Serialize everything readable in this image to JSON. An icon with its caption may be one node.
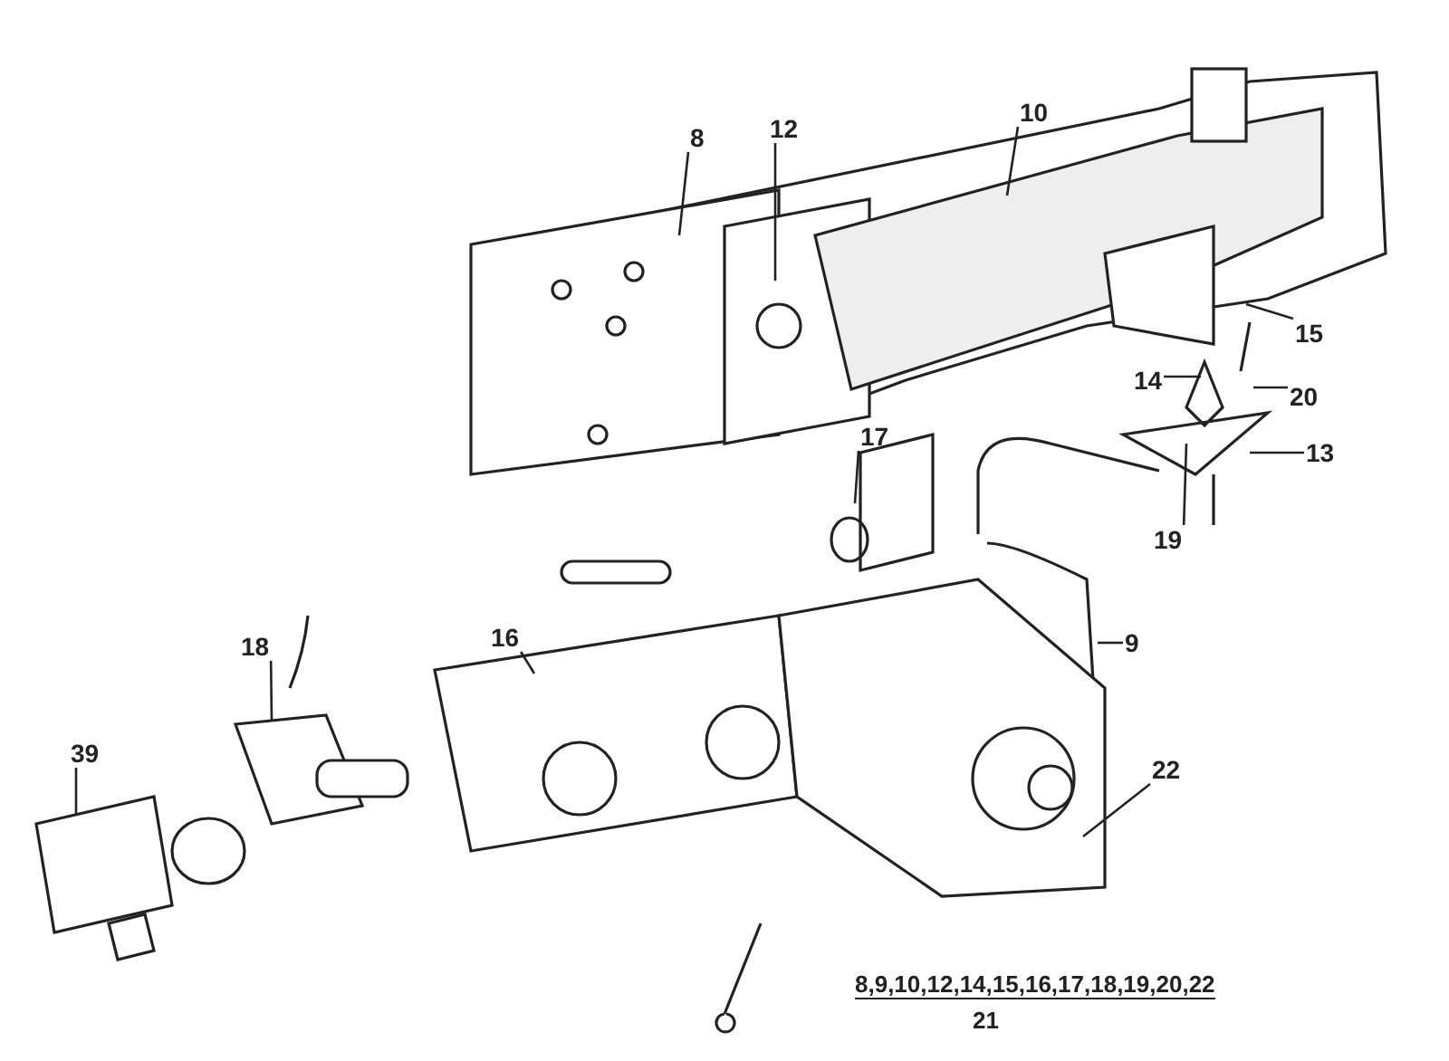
{
  "diagram": {
    "nodes": [
      {
        "text": [
          "8"
        ]
      },
      {
        "text": [
          "12"
        ]
      },
      {
        "text": [
          "10"
        ]
      },
      {
        "text": [
          "15"
        ]
      },
      {
        "text": [
          "20"
        ]
      },
      {
        "text": [
          "14"
        ]
      },
      {
        "text": [
          "13"
        ]
      },
      {
        "text": [
          "17"
        ]
      },
      {
        "text": [
          "19"
        ]
      },
      {
        "text": [
          "9"
        ]
      },
      {
        "text": [
          "16"
        ]
      },
      {
        "text": [
          "18"
        ]
      },
      {
        "text": [
          "22"
        ]
      },
      {
        "text": [
          "39"
        ]
      }
    ],
    "edges": [
      {
        "from": 0,
        "to": null,
        "arrow": "none"
      },
      {
        "from": 1,
        "to": null,
        "arrow": "none"
      },
      {
        "from": 2,
        "to": null,
        "arrow": "none"
      },
      {
        "from": 3,
        "to": null,
        "arrow": "none"
      },
      {
        "from": 4,
        "to": null,
        "arrow": "none"
      },
      {
        "from": 5,
        "to": null,
        "arrow": "none"
      },
      {
        "from": 6,
        "to": null,
        "arrow": "none"
      },
      {
        "from": 7,
        "to": null,
        "arrow": "none"
      },
      {
        "from": 8,
        "to": null,
        "arrow": "none"
      },
      {
        "from": 9,
        "to": null,
        "arrow": "none"
      },
      {
        "from": 10,
        "to": null,
        "arrow": "none"
      },
      {
        "from": 11,
        "to": null,
        "arrow": "none"
      },
      {
        "from": 12,
        "to": null,
        "arrow": "none"
      },
      {
        "from": 13,
        "to": null,
        "arrow": "none"
      }
    ],
    "labels": [
      "8,9,10,12,14,15,16,17,18,19,20,22",
      "21"
    ]
  }
}
